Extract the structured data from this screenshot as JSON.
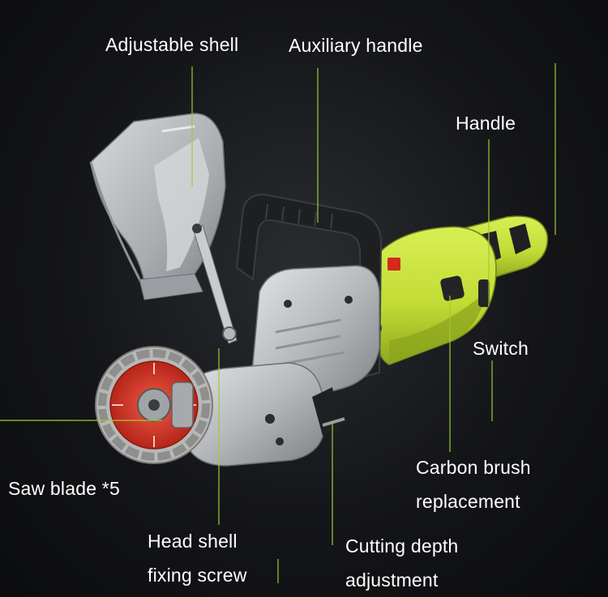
{
  "colors": {
    "background": "#141518",
    "tool_body": "#c6e03a",
    "tool_body_dark": "#9bb526",
    "aluminum": "#b9bcbf",
    "handle_black": "#1e1f21",
    "blade_red": "#d93a2b",
    "blade_segments": "#c9c9c7",
    "callout_line": "#9acd32",
    "label_text": "#ffffff"
  },
  "labels": {
    "adjustable_shell": "Adjustable shell",
    "auxiliary_handle": "Auxiliary handle",
    "handle": "Handle",
    "switch": "Switch",
    "carbon_brush_line1": "Carbon brush",
    "carbon_brush_line2": "replacement",
    "saw_blade": "Saw blade *5",
    "head_shell_line1": "Head shell",
    "head_shell_line2": "fixing screw",
    "cutting_depth_line1": "Cutting depth",
    "cutting_depth_line2": "adjustment"
  }
}
